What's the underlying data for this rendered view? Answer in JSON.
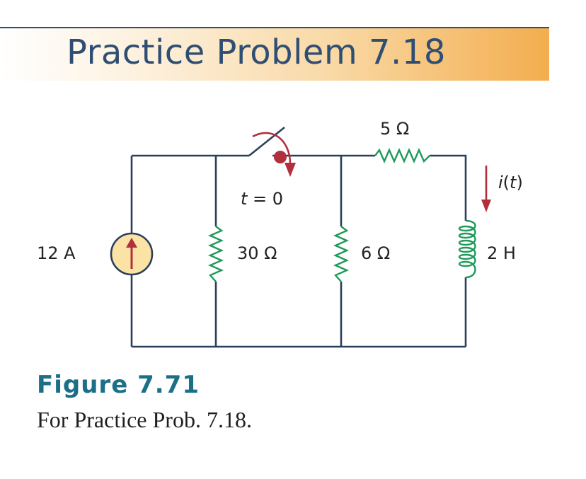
{
  "header": {
    "title": "Practice Problem 7.18"
  },
  "circuit": {
    "source_label": "12 A",
    "r30_label": "30 Ω",
    "r6_label": "6 Ω",
    "r5_label": "5 Ω",
    "inductor_label": "2 H",
    "switch_label_var": "t",
    "switch_label_rest": " = 0",
    "current_label_var_i": "i",
    "current_label_open": "(",
    "current_label_var_t": "t",
    "current_label_close": ")"
  },
  "figure": {
    "title": "Figure 7.71",
    "caption": "For Practice Prob. 7.18."
  },
  "colors": {
    "wire": "#2b3f5c",
    "resistor": "#1f9a5a",
    "arrow": "#b22f3c",
    "source_fill": "#fbe3a6",
    "header_accent": "#f3ad4e",
    "figure_title": "#1b6f86"
  }
}
